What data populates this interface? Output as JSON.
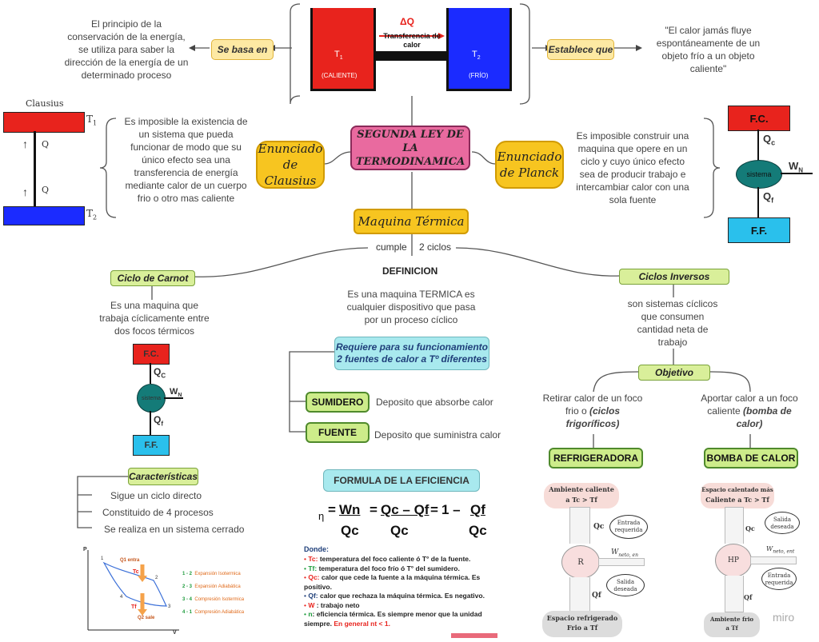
{
  "central": {
    "title": "SEGUNDA LEY DE LA TERMODINAMICA"
  },
  "top": {
    "left_text": "El principio de la conservación de la energía, se utiliza para saber la dirección de la energía de un determinado proceso",
    "left_tag": "Se basa en",
    "right_tag": "Establece que",
    "right_text": "\"El calor jamás fluye espontáneamente de un objeto frío a un objeto caliente\"",
    "delta_q": "ΔQ",
    "transfer": "Transferencia de calor",
    "t1": "T",
    "t1_sub": "1",
    "t1_caption": "(CALIENTE)",
    "t2": "T",
    "t2_sub": "2",
    "t2_caption": "(FRÍO)"
  },
  "clausius": {
    "title": "Clausius",
    "t1": "T",
    "t1_sub": "1",
    "t2": "T",
    "t2_sub": "2",
    "q_top": "Q",
    "q_bottom": "Q",
    "text": "Es imposible la existencia de un sistema que pueda funcionar de modo que su único efecto sea una transferencia de energía mediante calor de un cuerpo frio o otro mas caliente",
    "tag": "Enunciado de Clausius"
  },
  "planck": {
    "tag": "Enunciado de Planck",
    "text": "Es imposible construir una maquina que opere en un ciclo y cuyo único efecto sea de producir trabajo e intercambiar calor con una sola fuente",
    "fc": "F.C.",
    "qc": "Q",
    "qc_sub": "c",
    "sistema": "sistema",
    "wn": "W",
    "wn_sub": "N",
    "qf": "Q",
    "qf_sub": "f",
    "ff": "F.F."
  },
  "maquina": {
    "tag": "Maquina Térmica",
    "cumple": "cumple",
    "ciclos": "2 ciclos"
  },
  "definicion": {
    "title": "DEFINICION",
    "text": "Es una maquina TERMICA es cualquier dispositivo que pasa por un proceso cíclico",
    "requiere": "Requiere para su funcionamiento 2 fuentes de calor a Tº diferentes",
    "sumidero": "SUMIDERO",
    "sumidero_text": "Deposito que absorbe calor",
    "fuente": "FUENTE",
    "fuente_text": "Deposito que suministra calor"
  },
  "carnot": {
    "tag": "Ciclo de Carnot",
    "text": "Es una maquina que trabaja cíclicamente entre dos focos térmicos",
    "fc": "F.C.",
    "qc": "Q",
    "qc_sub": "C",
    "sistema": "sistema",
    "wn": "W",
    "wn_sub": "N",
    "qf": "Q",
    "qf_sub": "f",
    "ff": "F.F.",
    "caracteristicas": "Características",
    "items": [
      "Sigue un ciclo directo",
      "Constituido de 4 procesos",
      "Se realiza en un sistema cerrado"
    ],
    "pv_p": "P",
    "pv_v": "V",
    "pv_q1": "Q1 entra",
    "pv_tc": "Tc",
    "pv_tf": "Tf",
    "pv_q2": "Q2 sale",
    "pv_points": [
      "1",
      "2",
      "3",
      "4"
    ],
    "legend": [
      {
        "num": "1 - 2",
        "label": "Expansión Isotermica"
      },
      {
        "num": "2 - 3",
        "label": "Expansión Adiabática"
      },
      {
        "num": "3 - 4",
        "label": "Compresión Isotermica"
      },
      {
        "num": "4 - 1",
        "label": "Compresión Adiabática"
      }
    ]
  },
  "formula": {
    "title": "FORMULA DE LA EFICIENCIA",
    "eta": "η",
    "wn": "Wn",
    "qc": "Qc",
    "num2": "Qc – Qf",
    "qc2": "Qc",
    "one": "1 –",
    "qf": "Qf",
    "qc3": "Qc",
    "eq": "=",
    "donde": "Donde:",
    "defs": [
      {
        "k": "Tc:",
        "v": " temperatura del foco caliente ó T° de la fuente."
      },
      {
        "k": "Tf:",
        "v": " temperatura del foco frío ó T° del sumidero."
      },
      {
        "k": "Qc:",
        "v": " calor que cede la fuente a la máquina térmica. Es positivo."
      },
      {
        "k": "Qf:",
        "v": " calor que rechaza la máquina térmica. Es negativo."
      },
      {
        "k": "W",
        "v": "  : trabajo neto"
      },
      {
        "k": "n",
        "v": ": eficiencia térmica. Es siempre menor que la unidad siempre."
      }
    ],
    "general": "En general nt < 1."
  },
  "inversos": {
    "tag": "Ciclos Inversos",
    "text": "son sistemas cíclicos que consumen cantidad neta de trabajo",
    "objetivo": "Objetivo",
    "left_text": "Retirar calor de un foco frio o",
    "left_italic": "(ciclos frigoríficos)",
    "right_text": "Aportar calor a un foco caliente",
    "right_italic": "(bomba de calor)",
    "refrigeradora": "REFRIGERADORA",
    "bomba": "BOMBA DE CALOR",
    "ref_top": "Ambiente caliente",
    "ref_top2": "a Tc > Tf",
    "ref_qc": "Qc",
    "ref_entrada": "Entrada requerida",
    "ref_w": "W",
    "ref_w_sub": "neto, en",
    "ref_r": "R",
    "ref_salida": "Salida deseada",
    "ref_qf": "Qf",
    "ref_bottom": "Espacio refrigerado",
    "ref_bottom2": "Frio a Tf",
    "bc_top": "Espacio calentado más",
    "bc_top2": "Caliente a Tc > Tf",
    "bc_qc": "Qc",
    "bc_salida": "Salida deseada",
    "bc_w": "W",
    "bc_w_sub": "neto, ent",
    "bc_hp": "HP",
    "bc_entrada": "Entrada requerida",
    "bc_qf": "Qf",
    "bc_bottom": "Ambiente frio",
    "bc_bottom2": "a Tf"
  },
  "watermark": "miro",
  "colors": {
    "red": "#e8231d",
    "blue": "#1b2bff",
    "teal": "#147b78",
    "cyan": "#2ac0ec",
    "pink": "#e96a9f",
    "orange": "#f7c520"
  }
}
